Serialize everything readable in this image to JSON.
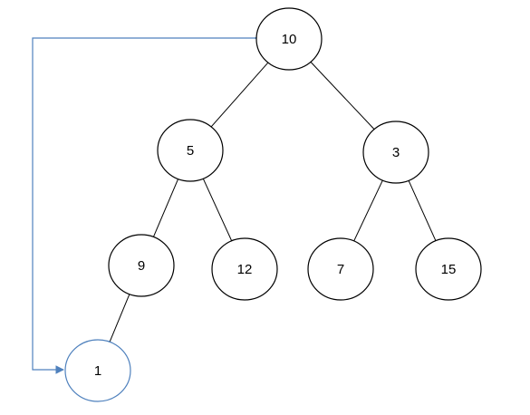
{
  "diagram": {
    "nodes": [
      {
        "id": "n10",
        "label": "10"
      },
      {
        "id": "n5",
        "label": "5"
      },
      {
        "id": "n3",
        "label": "3"
      },
      {
        "id": "n9",
        "label": "9"
      },
      {
        "id": "n12",
        "label": "12"
      },
      {
        "id": "n7",
        "label": "7"
      },
      {
        "id": "n15",
        "label": "15"
      },
      {
        "id": "n1",
        "label": "1"
      }
    ],
    "edges": [
      {
        "from": "n10",
        "to": "n5"
      },
      {
        "from": "n10",
        "to": "n3"
      },
      {
        "from": "n5",
        "to": "n9"
      },
      {
        "from": "n5",
        "to": "n12"
      },
      {
        "from": "n3",
        "to": "n7"
      },
      {
        "from": "n3",
        "to": "n15"
      },
      {
        "from": "n9",
        "to": "n1"
      }
    ],
    "connector": {
      "from": "n1",
      "to": "n10",
      "type": "arrow"
    },
    "colors": {
      "node_stroke": "#000000",
      "highlight_stroke": "#4f81bd",
      "edge": "#000000",
      "connector": "#4f81bd"
    },
    "highlighted_node": "n1"
  }
}
